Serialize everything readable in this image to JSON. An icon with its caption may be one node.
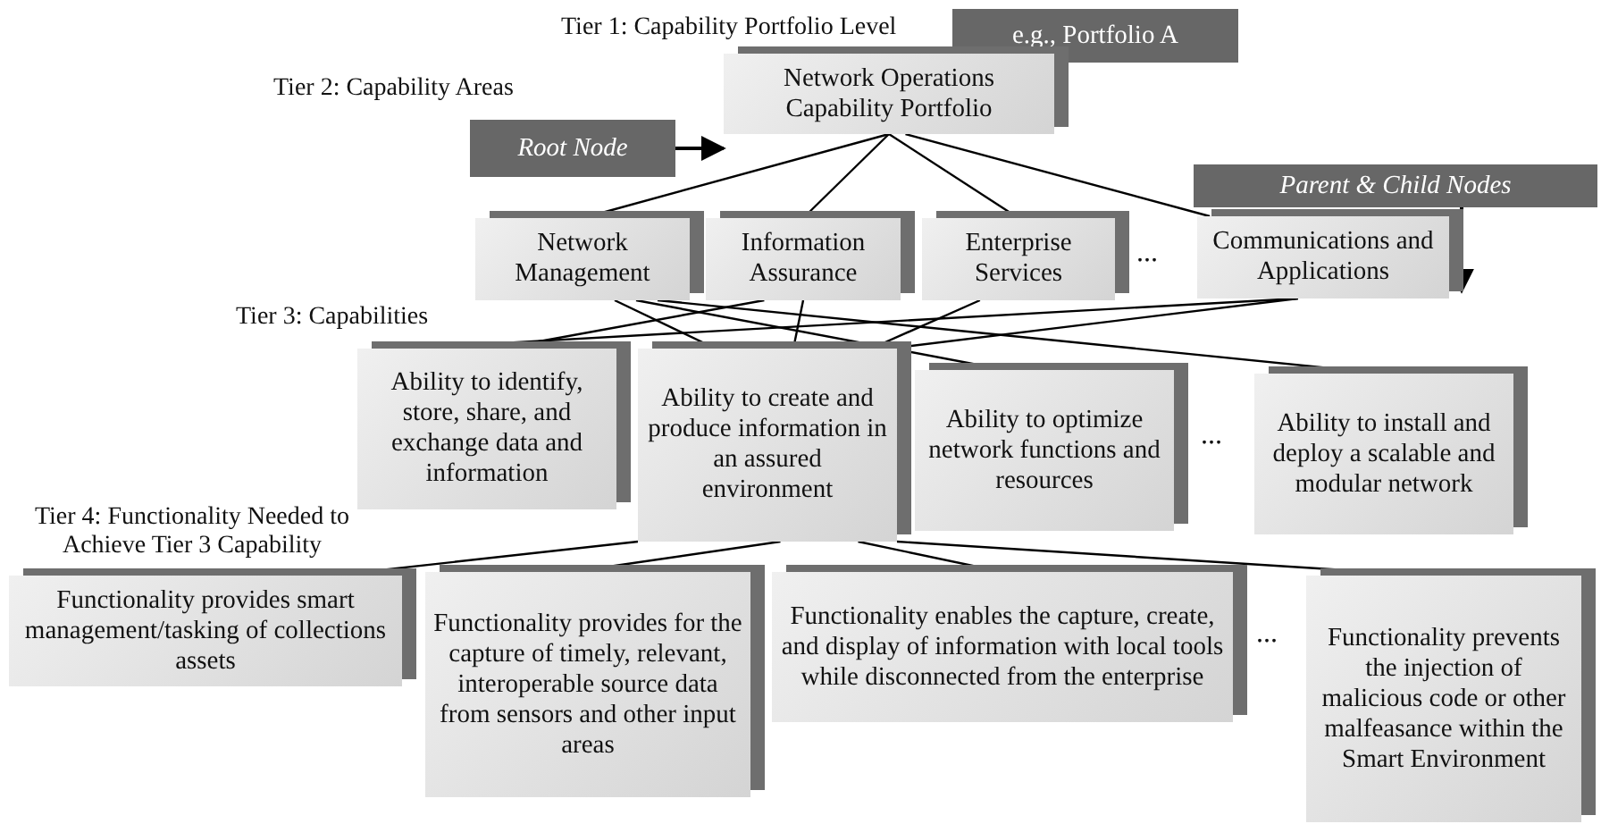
{
  "diagram": {
    "nodes": [
      {
        "text": [
          "e.g., Portfolio A"
        ]
      },
      {
        "text": [
          "Root Node"
        ]
      },
      {
        "text": [
          "Network Operations Capability Portfolio"
        ]
      },
      {
        "text": [
          "Parent & Child Nodes"
        ]
      },
      {
        "text": [
          "Network Management"
        ]
      },
      {
        "text": [
          "Information Assurance"
        ]
      },
      {
        "text": [
          "Enterprise Services"
        ]
      },
      {
        "text": [
          "Communications and Applications"
        ]
      },
      {
        "text": [
          "Ability to identify, store, share, and exchange data and information"
        ]
      },
      {
        "text": [
          "Ability to create and produce information in an assured environment"
        ]
      },
      {
        "text": [
          "Ability to optimize network functions and resources"
        ]
      },
      {
        "text": [
          "Ability to install and deploy a scalable and modular network"
        ]
      },
      {
        "text": [
          "Functionality provides smart management/tasking of collections assets"
        ]
      },
      {
        "text": [
          "Functionality provides for the capture of timely, relevant, interoperable source data from sensors and other input areas"
        ]
      },
      {
        "text": [
          "Functionality enables the capture, create, and display of information with local tools while disconnected from the enterprise"
        ]
      },
      {
        "text": [
          "Functionality prevents the injection of malicious code or other malfeasance within the Smart Environment"
        ]
      }
    ],
    "edges": [
      {
        "from": 1,
        "to": 2,
        "arrow": "to"
      },
      {
        "from": 3,
        "to": 7,
        "arrow": "to"
      },
      {
        "from": 2,
        "to": 4,
        "arrow": "none"
      },
      {
        "from": 2,
        "to": 5,
        "arrow": "none"
      },
      {
        "from": 2,
        "to": 6,
        "arrow": "none"
      },
      {
        "from": 2,
        "to": 7,
        "arrow": "none"
      },
      {
        "from": 4,
        "to": 9,
        "arrow": "none"
      },
      {
        "from": 4,
        "to": 10,
        "arrow": "none"
      },
      {
        "from": 4,
        "to": 11,
        "arrow": "none"
      },
      {
        "from": 5,
        "to": 8,
        "arrow": "none"
      },
      {
        "from": 5,
        "to": 9,
        "arrow": "none"
      },
      {
        "from": 6,
        "to": 9,
        "arrow": "none"
      },
      {
        "from": 7,
        "to": 8,
        "arrow": "none"
      },
      {
        "from": 7,
        "to": 9,
        "arrow": "none"
      },
      {
        "from": 9,
        "to": 12,
        "arrow": "none"
      },
      {
        "from": 9,
        "to": 13,
        "arrow": "none"
      },
      {
        "from": 9,
        "to": 14,
        "arrow": "none"
      },
      {
        "from": 9,
        "to": 15,
        "arrow": "none"
      }
    ],
    "labels": [
      "Tier 1: Capability Portfolio Level",
      "Tier 2: Capability Areas",
      "...",
      "Tier 3: Capabilities",
      "...",
      "Tier 4: Functionality Needed to Achieve Tier 3 Capability",
      "..."
    ]
  }
}
